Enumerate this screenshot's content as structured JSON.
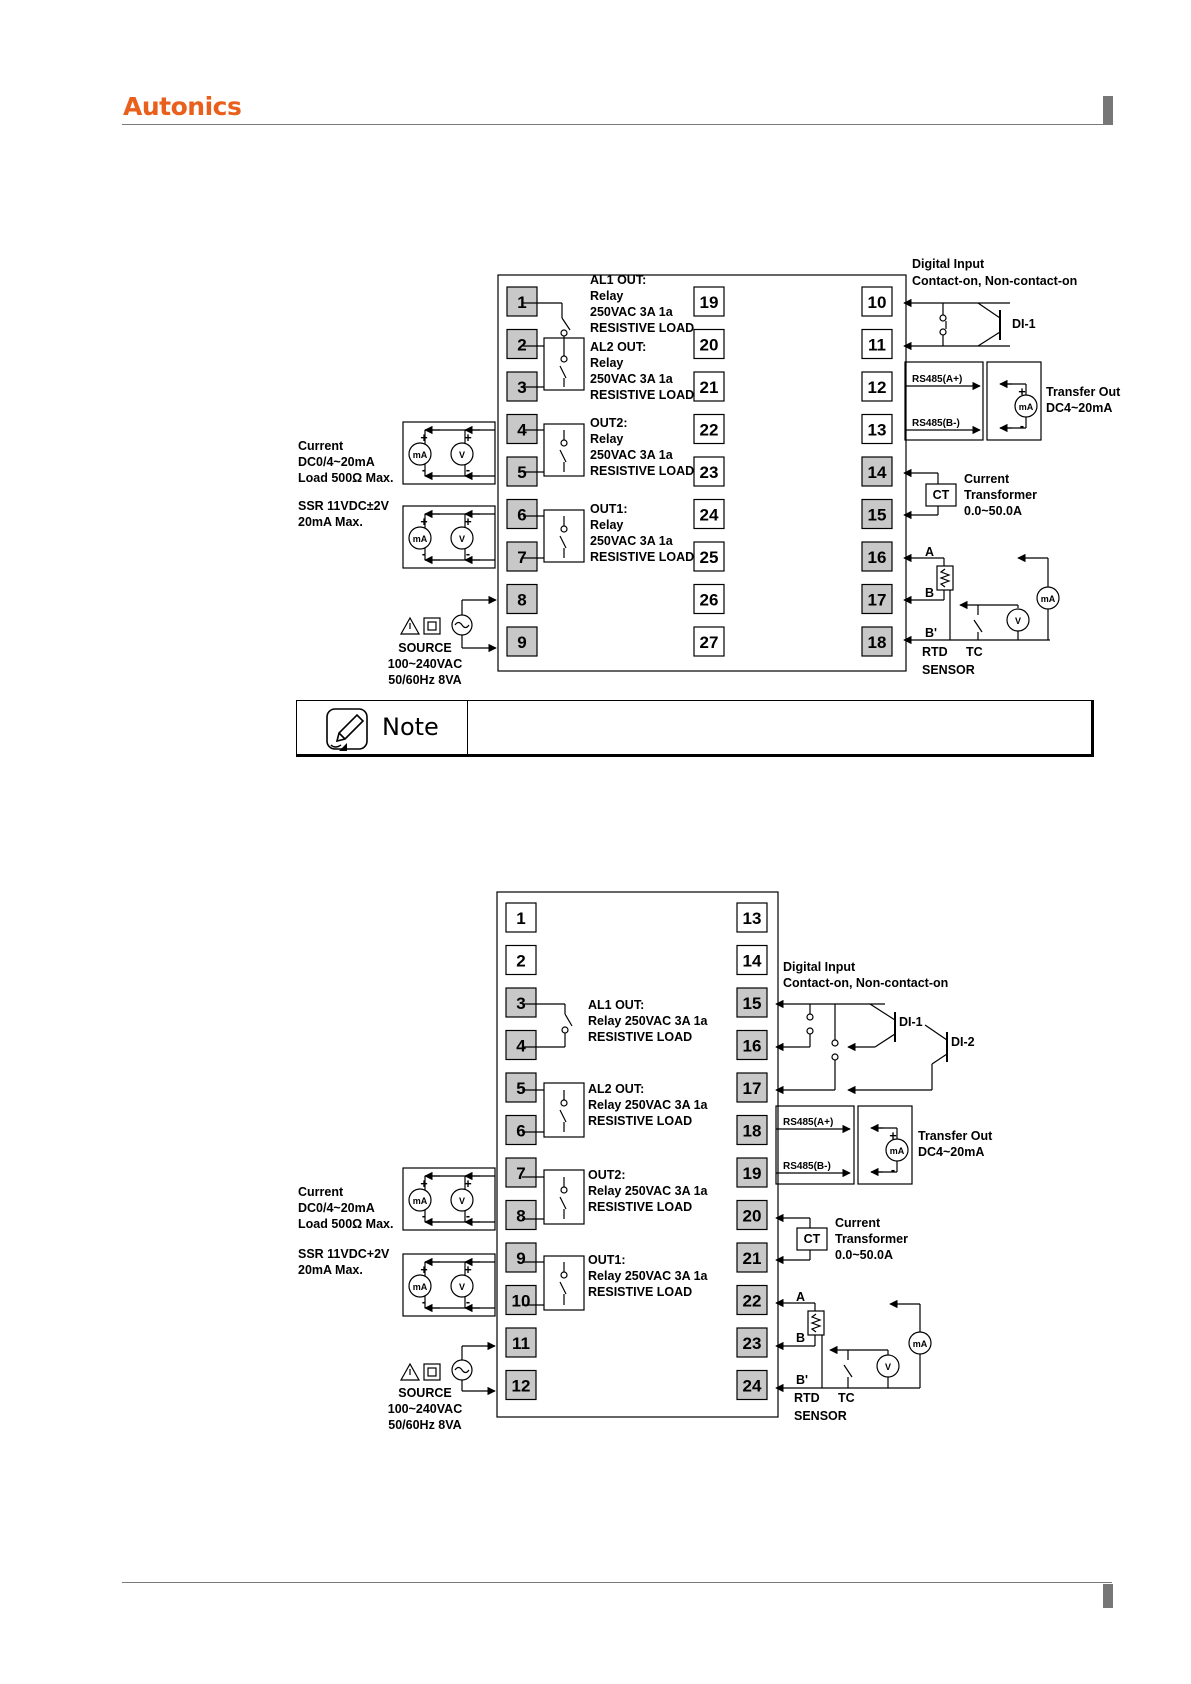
{
  "header": {
    "brand": "Autonics"
  },
  "diagram_top": {
    "left_terminals": [
      "1",
      "2",
      "3",
      "4",
      "5",
      "6",
      "7",
      "8",
      "9"
    ],
    "mid_terminals": [
      "19",
      "20",
      "21",
      "22",
      "23",
      "24",
      "25",
      "26",
      "27"
    ],
    "right_terminals": [
      "10",
      "11",
      "12",
      "13",
      "14",
      "15",
      "16",
      "17",
      "18"
    ],
    "al1": [
      "AL1 OUT:",
      "Relay",
      "250VAC  3A 1a",
      "RESISTIVE LOAD"
    ],
    "al2": [
      "AL2 OUT:",
      "Relay",
      "250VAC  3A 1a",
      "RESISTIVE LOAD"
    ],
    "out2": [
      "OUT2:",
      "Relay",
      "250VAC  3A 1a",
      "RESISTIVE LOAD"
    ],
    "out1": [
      "OUT1:",
      "Relay",
      "250VAC  3A 1a",
      "RESISTIVE LOAD"
    ],
    "current": [
      "Current",
      "DC0/4~20mA",
      "Load 500Ω  Max."
    ],
    "ssr": [
      "SSR 11VDC±2V",
      "20mA Max."
    ],
    "source": [
      "SOURCE",
      "100~240VAC",
      "50/60Hz 8VA"
    ],
    "digital_input": [
      "Digital Input",
      "Contact-on, Non-contact-on"
    ],
    "di1": "DI-1",
    "rs485_a": "RS485(A+)",
    "rs485_b": "RS485(B-)",
    "transfer_out": [
      "Transfer Out",
      "DC4~20mA"
    ],
    "ct": "CT",
    "current_transformer": [
      "Current",
      "Transformer",
      "0.0~50.0A"
    ],
    "sensor": {
      "a": "A",
      "b": "B",
      "b2": "B'",
      "rtd": "RTD",
      "tc": "TC",
      "label": "SENSOR"
    },
    "meter": {
      "ma": "mA",
      "v": "V",
      "plus": "+",
      "minus": "-"
    }
  },
  "note": {
    "label": "Note"
  },
  "diagram_bottom": {
    "left_terminals": [
      "1",
      "2",
      "3",
      "4",
      "5",
      "6",
      "7",
      "8",
      "9",
      "10",
      "11",
      "12"
    ],
    "right_terminals": [
      "13",
      "14",
      "15",
      "16",
      "17",
      "18",
      "19",
      "20",
      "21",
      "22",
      "23",
      "24"
    ],
    "al1": [
      "AL1 OUT:",
      "Relay 250VAC  3A 1a",
      "RESISTIVE LOAD"
    ],
    "al2": [
      "AL2 OUT:",
      "Relay 250VAC  3A 1a",
      "RESISTIVE LOAD"
    ],
    "out2": [
      "OUT2:",
      "Relay 250VAC  3A 1a",
      "RESISTIVE LOAD"
    ],
    "out1": [
      "OUT1:",
      "Relay 250VAC  3A 1a",
      "RESISTIVE LOAD"
    ],
    "current": [
      "Current",
      "DC0/4~20mA",
      "Load 500Ω  Max."
    ],
    "ssr": [
      "SSR 11VDC+2V",
      "20mA Max."
    ],
    "source": [
      "SOURCE",
      "100~240VAC",
      "50/60Hz 8VA"
    ],
    "digital_input": [
      "Digital Input",
      "Contact-on, Non-contact-on"
    ],
    "di1": "DI-1",
    "di2": "DI-2",
    "rs485_a": "RS485(A+)",
    "rs485_b": "RS485(B-)",
    "transfer_out": [
      "Transfer Out",
      "DC4~20mA"
    ],
    "ct": "CT",
    "current_transformer": [
      "Current",
      "Transformer",
      "0.0~50.0A"
    ],
    "sensor": {
      "a": "A",
      "b": "B",
      "b2": "B'",
      "rtd": "RTD",
      "tc": "TC",
      "label": "SENSOR"
    },
    "meter": {
      "ma": "mA",
      "v": "V",
      "plus": "+",
      "minus": "-"
    }
  }
}
